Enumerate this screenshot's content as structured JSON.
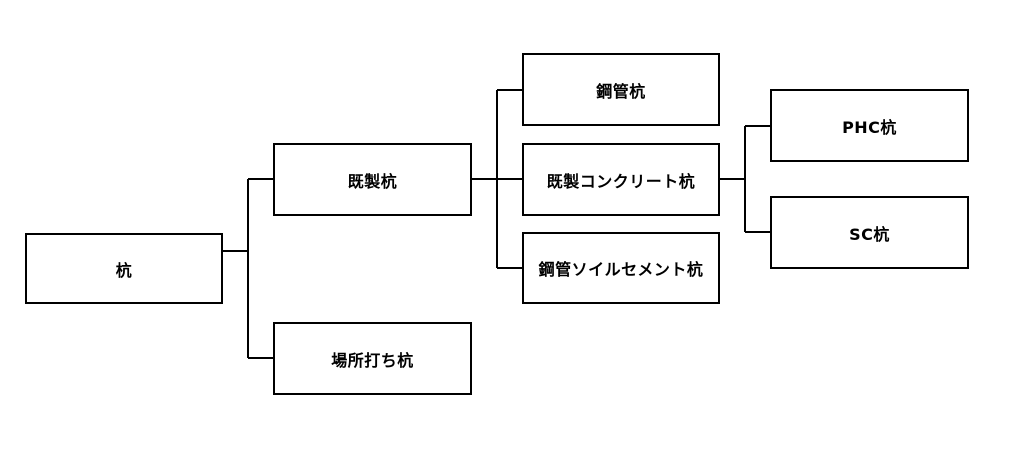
{
  "nodes": {
    "kui": "杭",
    "kisei": "既製杭",
    "bashouchi": "場所打ち杭",
    "koukan": "鋼管杭",
    "concrete": "既製コンクリート杭",
    "soilcement": "鋼管ソイルセメント杭",
    "phc": "PHC杭",
    "sc": "SC杭"
  },
  "colors": {
    "line": "#000000",
    "box_border": "#000000",
    "background": "#ffffff"
  }
}
